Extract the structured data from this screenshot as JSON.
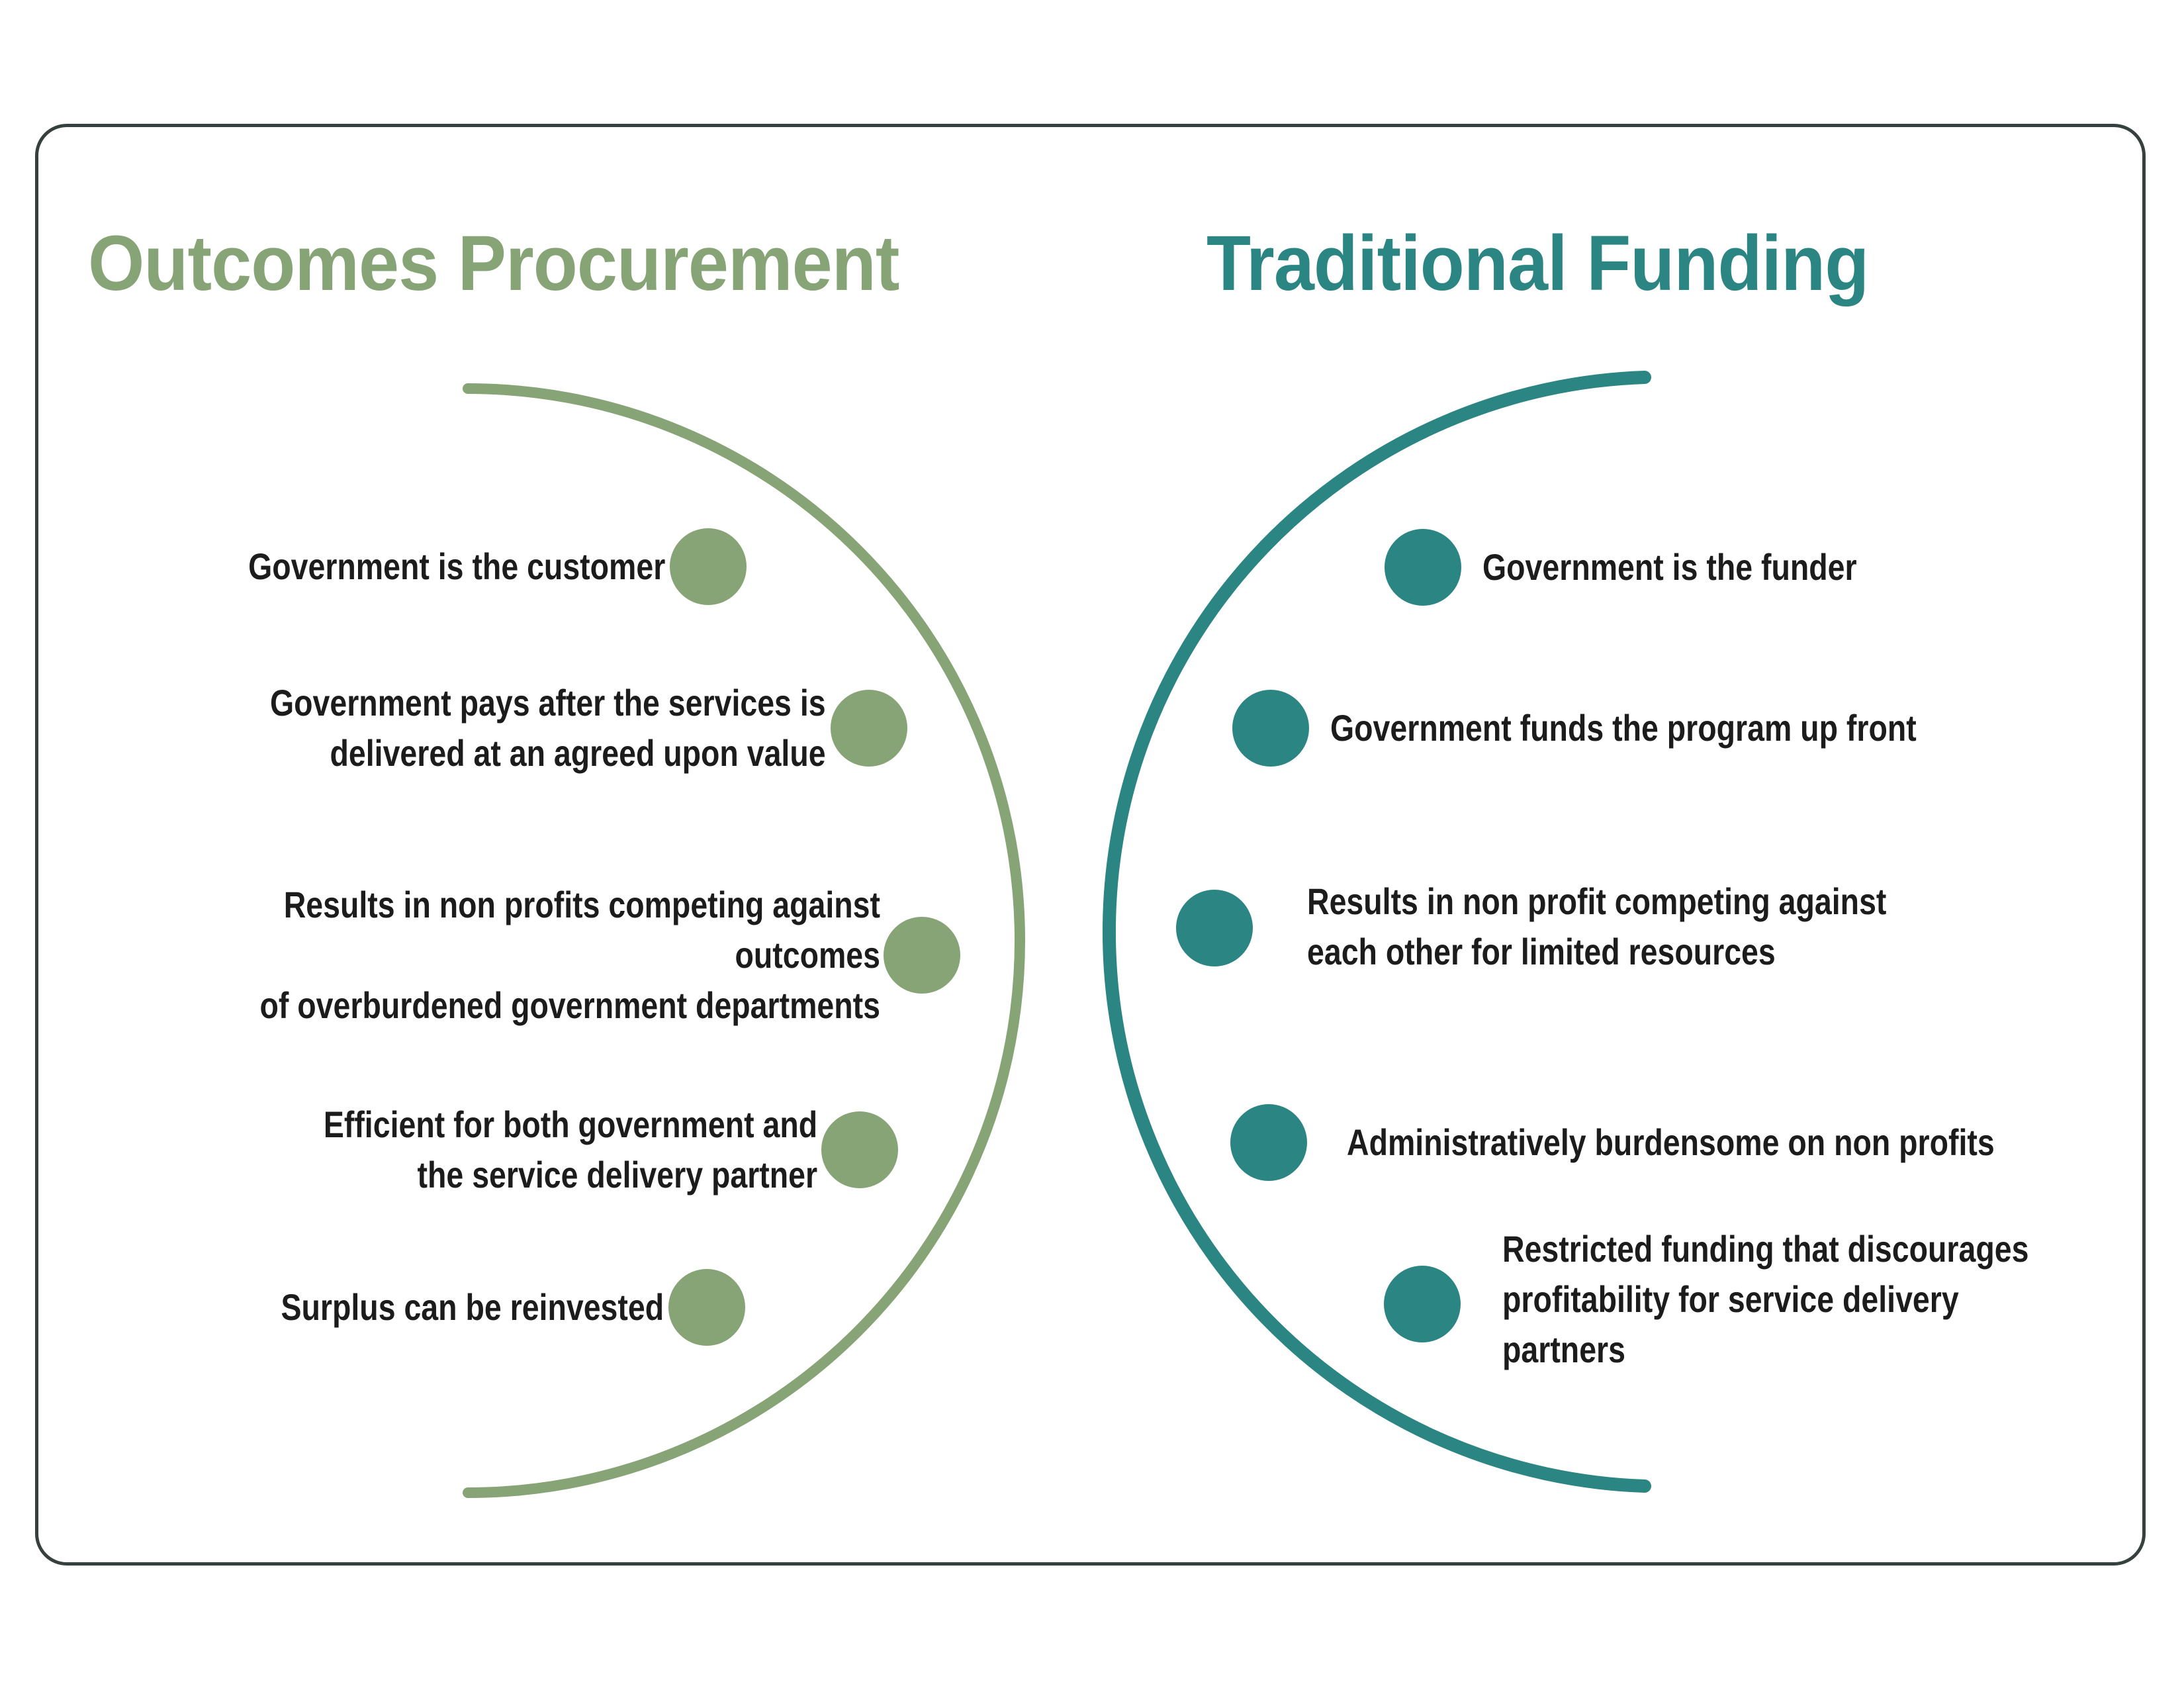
{
  "page": {
    "background_color": "#FFFFFF",
    "border_color": "#35403F",
    "text_color": "#1C1C1C"
  },
  "left_section": {
    "title": "Outcomes Procurement",
    "accent_color": "#87A476",
    "items": [
      {
        "text": "Government is the customer"
      },
      {
        "text": "Government pays after the services is\ndelivered at an agreed upon value"
      },
      {
        "text": "Results in non profits competing against outcomes\nof overburdened government departments"
      },
      {
        "text": "Efficient for both government and\nthe service delivery partner"
      },
      {
        "text": "Surplus can be reinvested"
      }
    ]
  },
  "right_section": {
    "title": "Traditional Funding",
    "accent_color": "#2B8583",
    "items": [
      {
        "text": "Government is the funder"
      },
      {
        "text": "Government funds the program up front"
      },
      {
        "text": "Results in non profit competing against\neach other for limited resources"
      },
      {
        "text": "Administratively burdensome on non profits"
      },
      {
        "text": "Restricted funding that discourages\nprofitability for service delivery partners"
      }
    ]
  }
}
